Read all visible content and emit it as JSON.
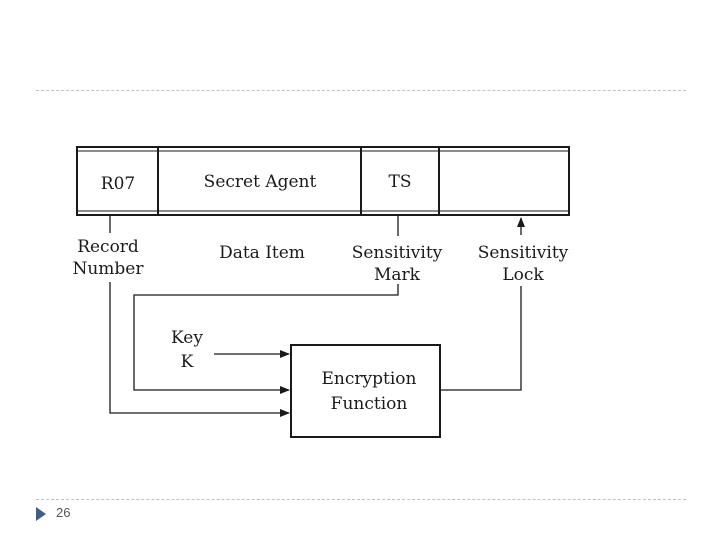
{
  "record": {
    "cells": [
      "R07",
      "Secret Agent",
      "TS",
      ""
    ]
  },
  "labels": {
    "record_number": [
      "Record",
      "Number"
    ],
    "data_item": "Data Item",
    "sensitivity_mark": [
      "Sensitivity",
      "Mark"
    ],
    "sensitivity_lock": [
      "Sensitivity",
      "Lock"
    ],
    "key": [
      "Key",
      "K"
    ],
    "encryption_function": [
      "Encryption",
      "Function"
    ]
  },
  "footer": {
    "slide_number": "26"
  },
  "colors": {
    "line": "#1a1a1a",
    "divider": "#b9c3cc",
    "bullet": "#3f5f8a"
  }
}
